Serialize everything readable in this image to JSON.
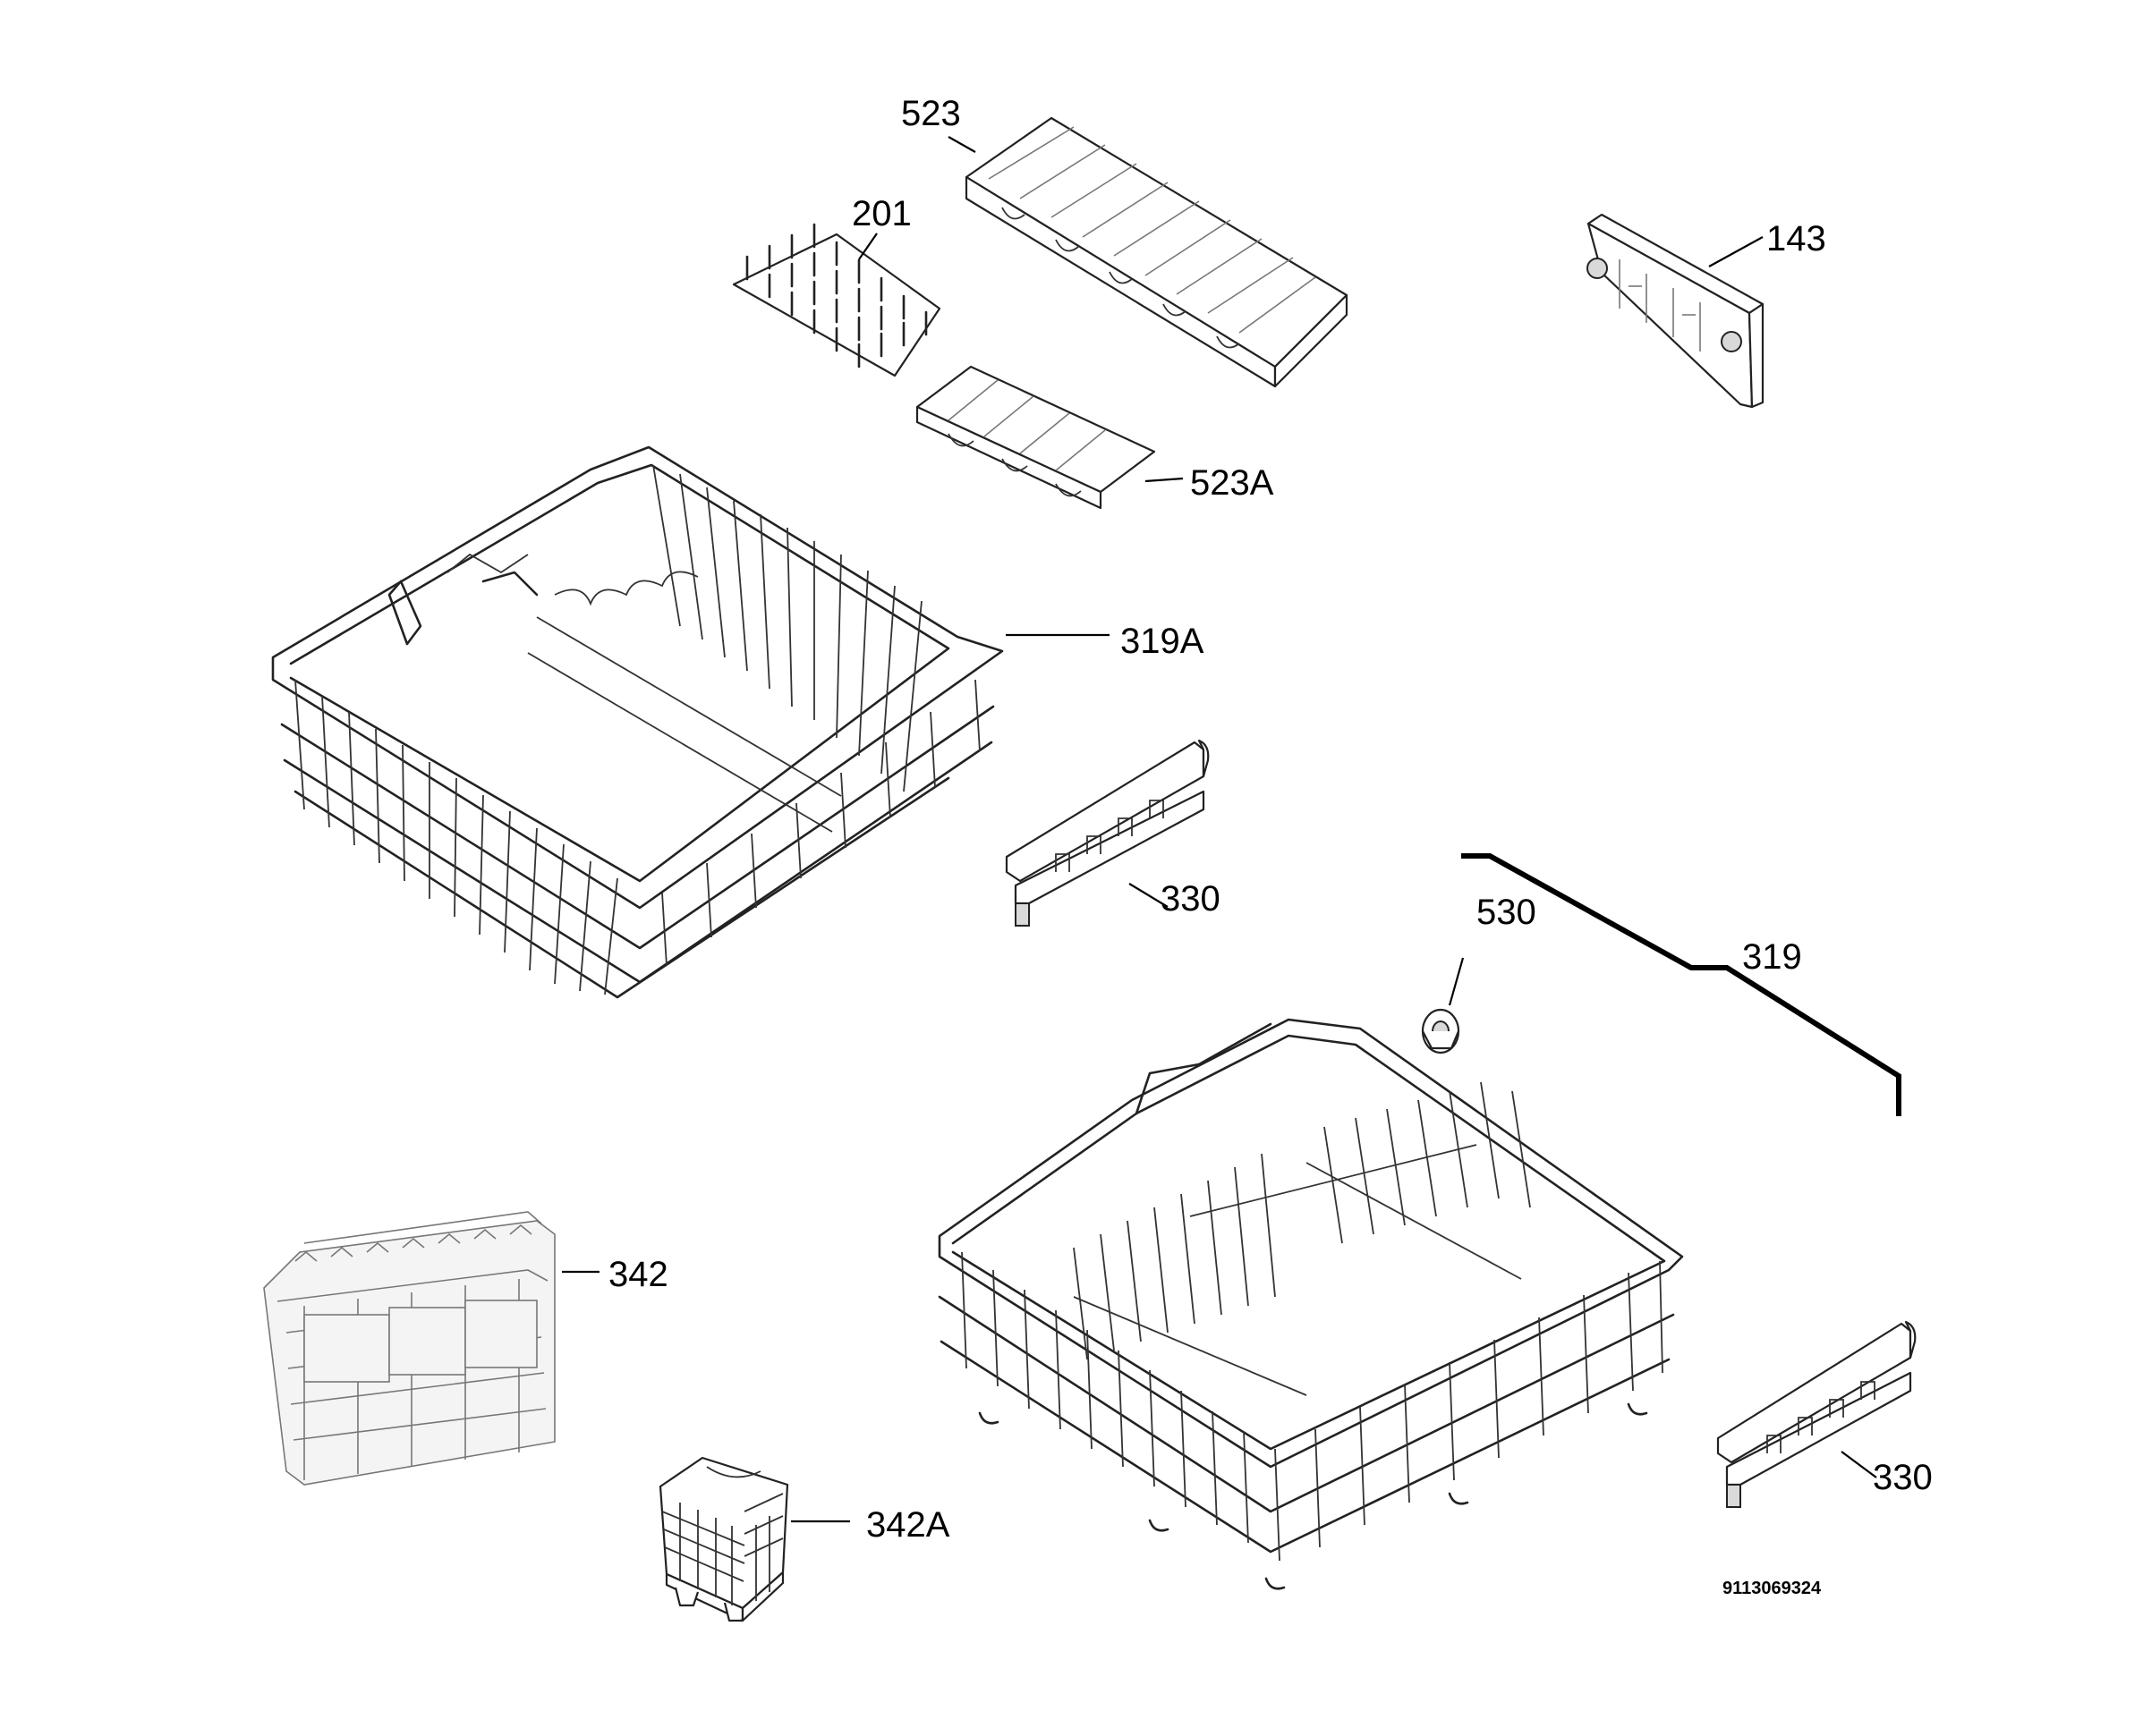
{
  "labels": {
    "p523": "523",
    "p201": "201",
    "p143": "143",
    "p523a": "523A",
    "p319a": "319A",
    "p330_top": "330",
    "p530": "530",
    "p319": "319",
    "p342": "342",
    "p342a": "342A",
    "p330_bottom": "330"
  },
  "drawing_number": "9113069324"
}
